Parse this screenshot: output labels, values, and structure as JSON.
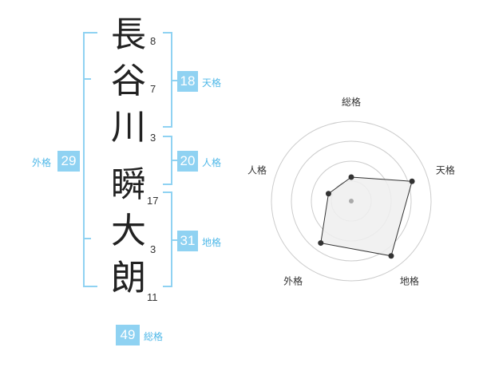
{
  "name": {
    "chars": [
      {
        "char": "長",
        "strokes": "8"
      },
      {
        "char": "谷",
        "strokes": "7"
      },
      {
        "char": "川",
        "strokes": "3"
      },
      {
        "char": "瞬",
        "strokes": "17"
      },
      {
        "char": "大",
        "strokes": "3"
      },
      {
        "char": "朗",
        "strokes": "11"
      }
    ]
  },
  "kakusu": {
    "tenkaku": {
      "value": "18",
      "label": "天格"
    },
    "jinkaku": {
      "value": "20",
      "label": "人格"
    },
    "chikaku": {
      "value": "31",
      "label": "地格"
    },
    "gaikaku": {
      "value": "29",
      "label": "外格"
    },
    "soukaku": {
      "value": "49",
      "label": "総格"
    }
  },
  "chart_data": {
    "type": "radar",
    "axes": [
      "総格",
      "天格",
      "地格",
      "外格",
      "人格"
    ],
    "values": [
      0.3,
      0.8,
      0.85,
      0.65,
      0.3
    ],
    "rings": 4,
    "colors": {
      "fill": "#eeeeee",
      "stroke": "#333333",
      "grid": "#cccccc",
      "center": "#aaaaaa"
    }
  },
  "colors": {
    "accent": "#8fd2f2",
    "accent_text": "#4fb8e8"
  }
}
